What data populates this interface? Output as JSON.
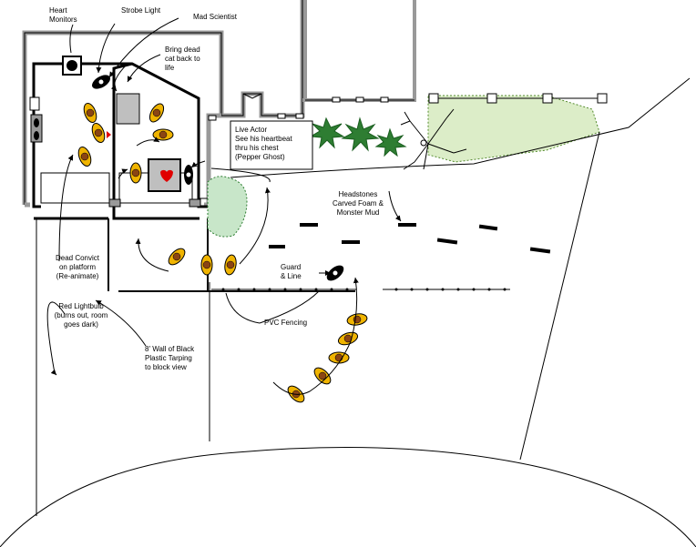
{
  "labels": {
    "heart_monitors": "Heart\nMonitors",
    "strobe_light": "Strobe Light",
    "mad_scientist": "Mad Scientist",
    "bring_dead": "Bring dead\ncat back to\nlife",
    "live_actor": "Live Actor\nSee his heartbeat\nthru his chest\n(Pepper Ghost)",
    "headstones": "Headstones\nCarved Foam &\nMonster Mud",
    "guard_line": "Guard\n& Line",
    "dead_convict": "Dead Convict\non platform\n(Re-animate)",
    "red_lightbulb": "Red Lightbulb\n(burns out, room\ngoes dark)",
    "pvc_fencing": "PVC Fencing",
    "black_wall": "8' Wall of Black\nPlastic Tarping\nto block view"
  },
  "colors": {
    "line": "#000000",
    "wall_gray": "#999999",
    "table_gray": "#bfbfbf",
    "person_orange": "#f0b400",
    "person_head": "#8b4513",
    "heart_red": "#e00000",
    "bush_green": "#2e7d32",
    "shrub_light": "#9ccc65"
  },
  "icons": [
    "strobe-light-icon",
    "heart-monitor-icon",
    "person-icon",
    "heart-icon",
    "bush-icon",
    "tree-icon",
    "fence-post-icon",
    "headstone-icon"
  ]
}
